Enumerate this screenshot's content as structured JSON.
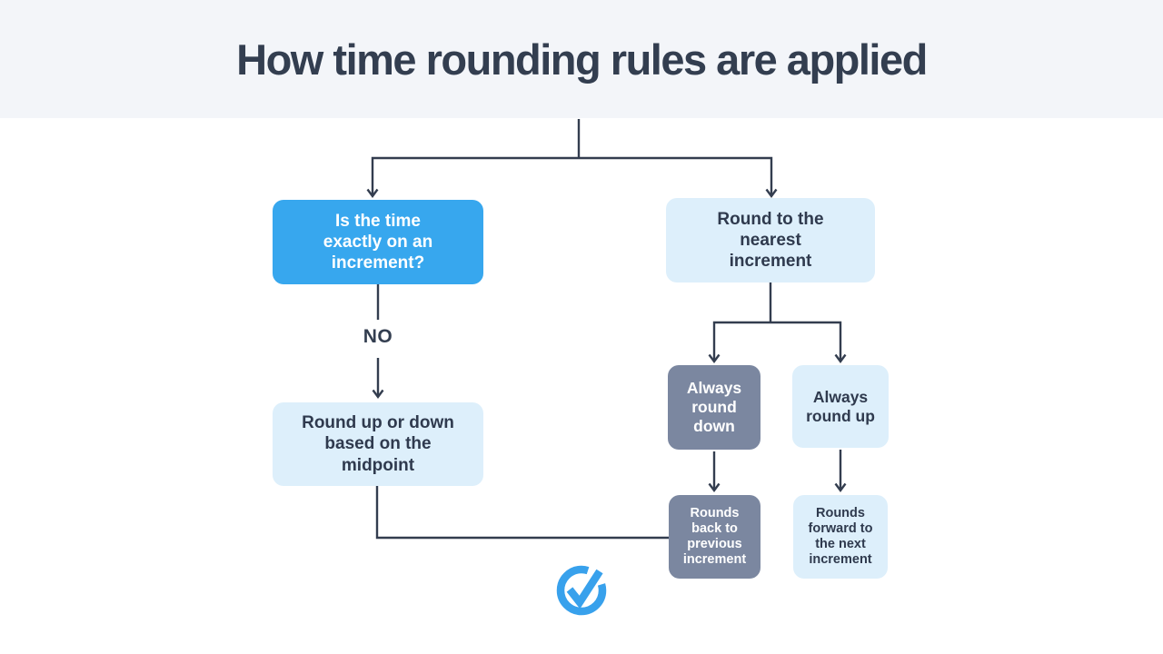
{
  "header": {
    "title": "How time rounding rules are applied"
  },
  "colors": {
    "header_bg": "#f3f5f9",
    "title": "#333e50",
    "blue": "#37a7ee",
    "light_blue": "#ddeffb",
    "slate_gray": "#7b87a0",
    "dark_text": "#2f3a4e",
    "line": "#333d4f",
    "logo_blue": "#38a1ec"
  },
  "flowchart": {
    "nodes": {
      "question": {
        "label": "Is the time\nexactly on an\nincrement?",
        "style": "blue"
      },
      "nearest": {
        "label": "Round to the\nnearest\nincrement",
        "style": "light-blue"
      },
      "midpoint": {
        "label": "Round up or down\nbased on the\nmidpoint",
        "style": "light-blue"
      },
      "always_down": {
        "label": "Always\nround\ndown",
        "style": "slate-gray"
      },
      "always_up": {
        "label": "Always\nround up",
        "style": "light-blue"
      },
      "rounds_back": {
        "label": "Rounds\nback to\nprevious\nincrement",
        "style": "slate-gray"
      },
      "rounds_forward": {
        "label": "Rounds\nforward to\nthe next\nincrement",
        "style": "light-blue"
      }
    },
    "edge_labels": {
      "no": "NO"
    },
    "logo": {
      "icon": "clock-check-logo-icon"
    }
  }
}
